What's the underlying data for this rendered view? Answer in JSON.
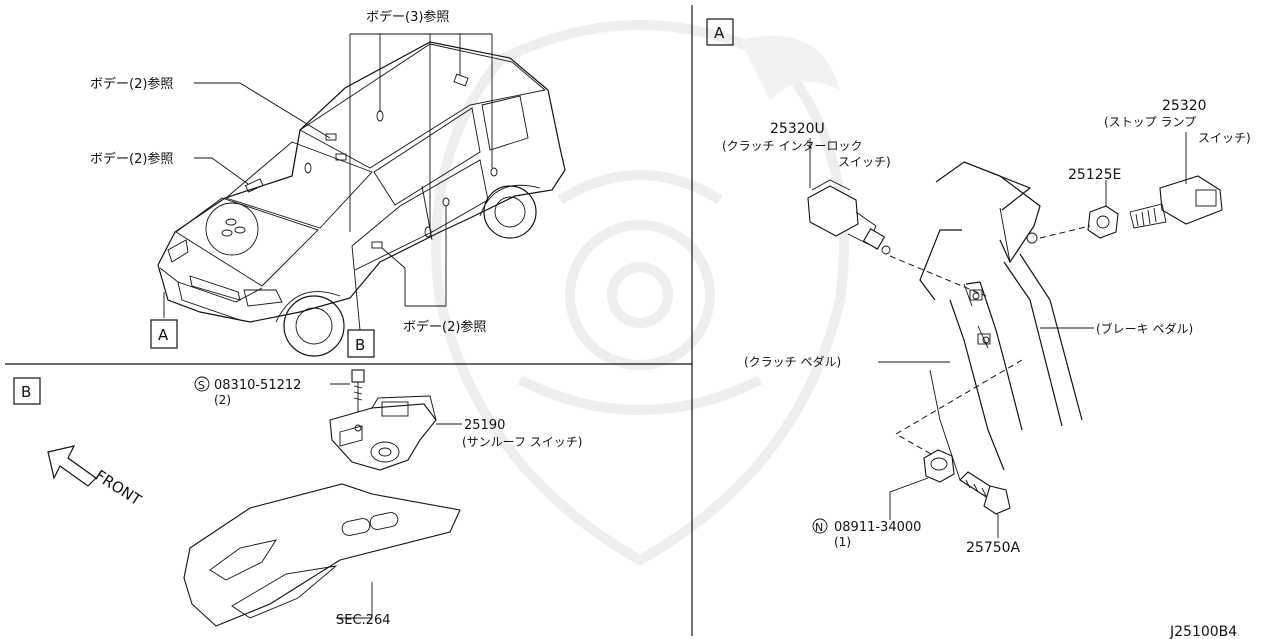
{
  "labels": {
    "body3": "ボデー(3)参照",
    "body2a": "ボデー(2)参照",
    "body2b": "ボデー(2)参照",
    "body2c": "ボデー(2)参照",
    "boxA_small": "A",
    "boxB_small": "B",
    "sectionA": "A",
    "sectionB": "B",
    "front": "FRONT",
    "sec264": "SEC.264",
    "drawing_id": "J25100B4"
  },
  "parts": {
    "p25320U": {
      "number": "25320U",
      "name1": "(クラッチ  インターロック",
      "name2": "スイッチ)"
    },
    "p25320": {
      "number": "25320",
      "name1": "(ストップ  ランプ",
      "name2": "スイッチ)"
    },
    "p25125E": {
      "number": "25125E"
    },
    "p25190": {
      "number": "25190",
      "name1": "(サンルーフ スイッチ)"
    },
    "p08310": {
      "prefix": "S",
      "number": "08310-51212",
      "qty": "(2)"
    },
    "p08911": {
      "prefix": "N",
      "number": "08911-34000",
      "qty": "(1)"
    },
    "p25750A": {
      "number": "25750A"
    },
    "brake_pedal": {
      "name": "(ブレーキ  ペダル)"
    },
    "clutch_pedal": {
      "name": "(クラッチ ペダル)"
    }
  }
}
